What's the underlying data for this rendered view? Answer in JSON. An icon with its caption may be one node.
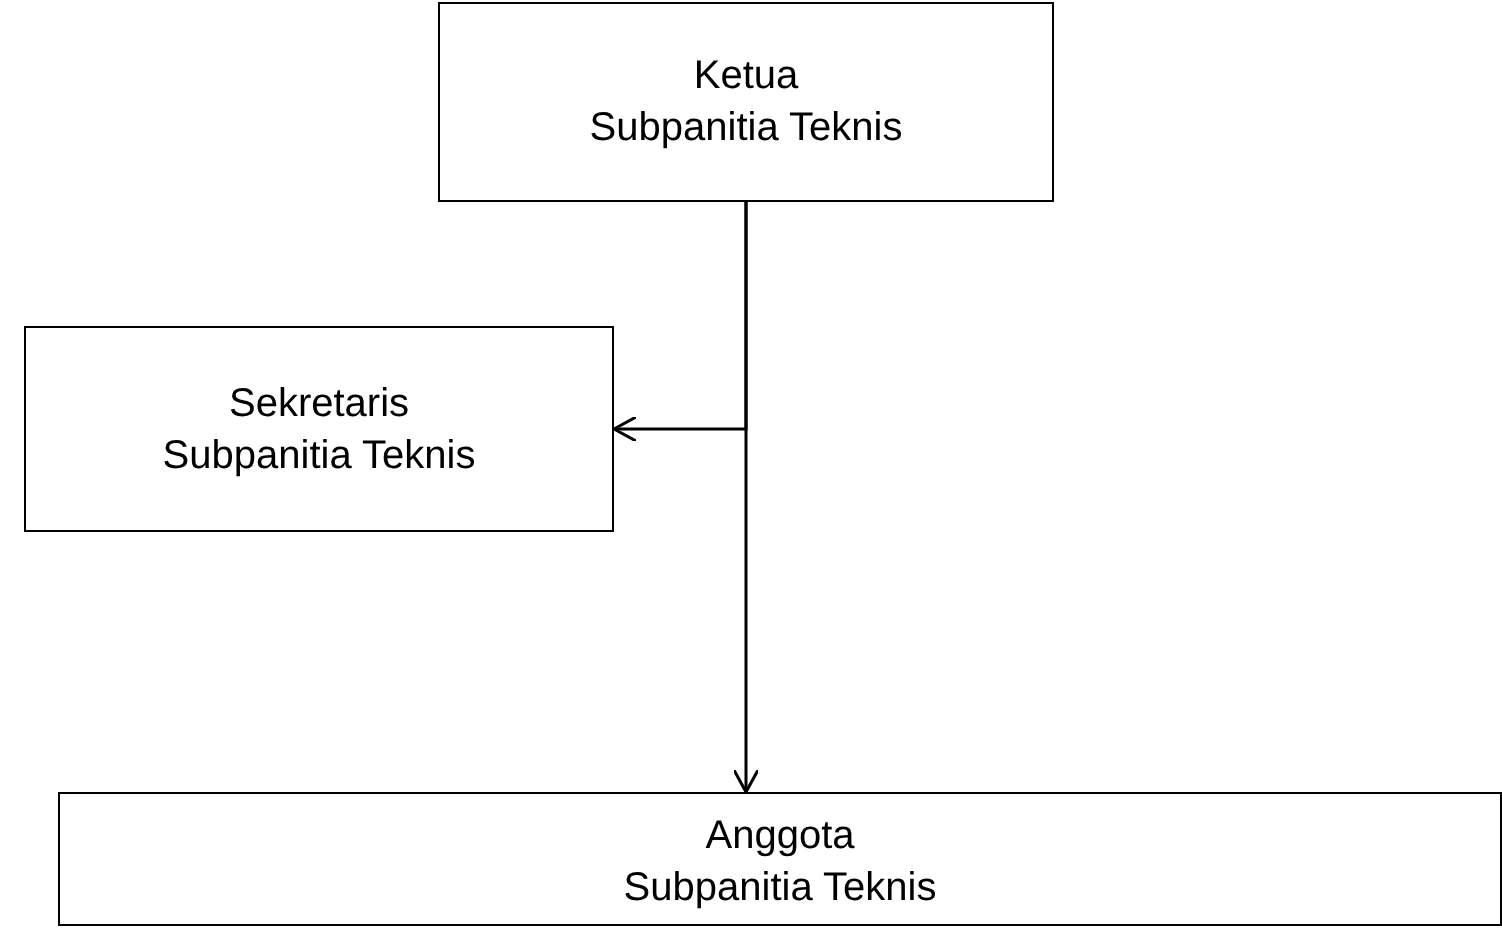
{
  "diagram": {
    "nodes": [
      {
        "text": [
          "Ketua",
          "Subpanitia Teknis"
        ]
      },
      {
        "text": [
          "Sekretaris",
          "Subpanitia Teknis"
        ]
      },
      {
        "text": [
          "Anggota",
          "Subpanitia Teknis"
        ]
      }
    ],
    "edges": [
      {
        "from": 0,
        "to": 1,
        "arrow": "to"
      },
      {
        "from": 0,
        "to": 2,
        "arrow": "to"
      }
    ]
  }
}
